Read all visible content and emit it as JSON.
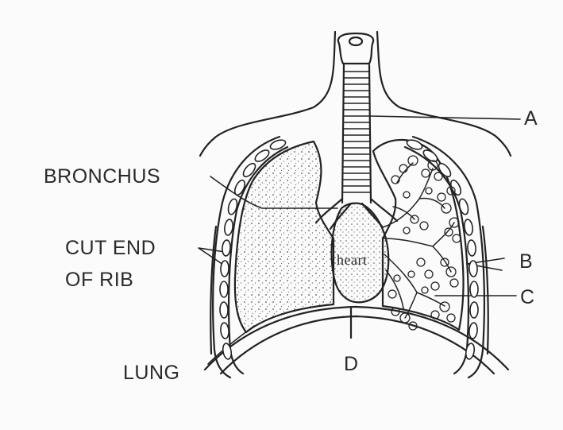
{
  "labels": {
    "a": "A",
    "bronchus": "BRONCHUS",
    "cut_end_line1": "CUT END",
    "cut_end_line2": "OF RIB",
    "b": "B",
    "c": "C",
    "lung": "LUNG",
    "d": "D",
    "heart": "heart"
  }
}
